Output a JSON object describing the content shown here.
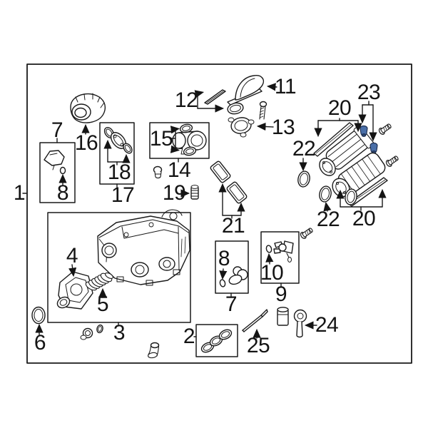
{
  "figure": {
    "kind": "exploded-parts-diagram",
    "subject": "supercharger and charge-air-cooler assembly",
    "background_color": "#ffffff",
    "line_color": "#1a1a1a",
    "fastener_highlight_color": "#4a6fa8",
    "callouts": [
      {
        "label": "1"
      },
      {
        "label": "7"
      },
      {
        "label": "8"
      },
      {
        "label": "16"
      },
      {
        "label": "18"
      },
      {
        "label": "17"
      },
      {
        "label": "15"
      },
      {
        "label": "14"
      },
      {
        "label": "12"
      },
      {
        "label": "19"
      },
      {
        "label": "11"
      },
      {
        "label": "13"
      },
      {
        "label": "21"
      },
      {
        "label": "22"
      },
      {
        "label": "20"
      },
      {
        "label": "23"
      },
      {
        "label": "22"
      },
      {
        "label": "20"
      },
      {
        "label": "8"
      },
      {
        "label": "7"
      },
      {
        "label": "10"
      },
      {
        "label": "9"
      },
      {
        "label": "4"
      },
      {
        "label": "5"
      },
      {
        "label": "3"
      },
      {
        "label": "6"
      },
      {
        "label": "2"
      },
      {
        "label": "25"
      },
      {
        "label": "24"
      }
    ]
  }
}
